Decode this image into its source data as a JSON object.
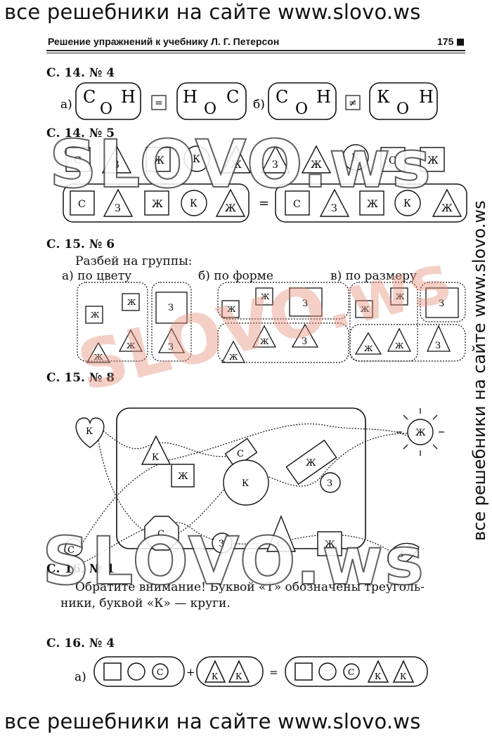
{
  "banner_top": "все решебники на сайте www.slovo.ws",
  "banner_bottom": "все решебники на сайте www.slovo.ws",
  "side_banner": "все решебники на сайте www.slovo.ws",
  "running_head": "Решение упражнений к учебнику Л. Г. Петерсон",
  "page_number": "175",
  "watermarks": [
    "SLOVO.ws",
    "SLOVO.ws",
    "SLOVO.ws"
  ],
  "sections": {
    "s14_4": {
      "title": "С. 14. № 4",
      "a_label": "а)",
      "b_label": "б)",
      "eq_sign": "=",
      "neq_sign": "≠",
      "box1": [
        "С",
        "О",
        "Н"
      ],
      "box2": [
        "Н",
        "О",
        "С"
      ],
      "box3": [
        "С",
        "О",
        "Н"
      ],
      "box4": [
        "К",
        "О",
        "Н"
      ]
    },
    "s14_5": {
      "title": "С. 14. № 5",
      "row1": [
        "С",
        "З",
        "Ж",
        "К",
        "Ж",
        "З",
        "Ж",
        "К",
        "С",
        "Ж"
      ],
      "row2_left": [
        "С",
        "З",
        "Ж",
        "К",
        "Ж"
      ],
      "eq_sign": "=",
      "row2_right": [
        "С",
        "З",
        "Ж",
        "К",
        "Ж"
      ]
    },
    "s15_6": {
      "title": "С. 15. № 6",
      "instruction": "Разбей на группы:",
      "a": "а) по цвету",
      "b": "б) по форме",
      "c": "в) по размеру",
      "letters": {
        "zh": "Ж",
        "z": "З"
      }
    },
    "s15_8": {
      "title": "С. 15. № 8",
      "shapes": {
        "heart": "К",
        "triangle_k": "К",
        "rect_c": "С",
        "rect_zh": "Ж",
        "sun": "Ж",
        "square_zh1": "Ж",
        "circle_k": "К",
        "circle_z1": "З",
        "octagon_c": "С",
        "circle_z2": "З",
        "triangle_c": "С",
        "square_zh2": "Ж",
        "leaf_c": "С",
        "leaf_z": "З"
      }
    },
    "s16_1": {
      "title": "С. 16. № 1",
      "line1": "Обратите внимание! Буквой «Т» обозначены треуголь-",
      "line2": "ники, буквой «К» — круги."
    },
    "s16_4": {
      "title": "С. 16. № 4",
      "a_label": "а)",
      "plus": "+",
      "eq": "=",
      "c": "С",
      "k": "К"
    }
  }
}
